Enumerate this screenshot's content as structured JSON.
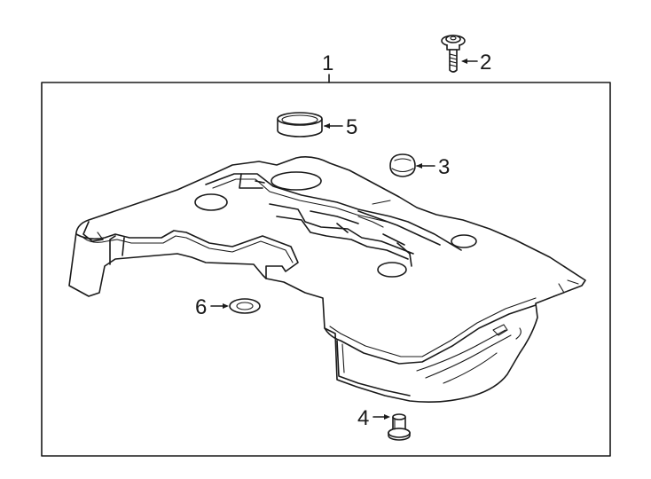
{
  "callouts": {
    "c1": "1",
    "c2": "2",
    "c3": "3",
    "c4": "4",
    "c5": "5",
    "c6": "6"
  },
  "parts": [
    {
      "callout": "1",
      "icon": "engine-cover-icon"
    },
    {
      "callout": "2",
      "icon": "bolt-icon"
    },
    {
      "callout": "3",
      "icon": "grommet-icon"
    },
    {
      "callout": "4",
      "icon": "stud-icon"
    },
    {
      "callout": "5",
      "icon": "seal-ring-icon"
    },
    {
      "callout": "6",
      "icon": "washer-icon"
    }
  ],
  "colors": {
    "line": "#1a1a1a",
    "background": "#ffffff"
  }
}
